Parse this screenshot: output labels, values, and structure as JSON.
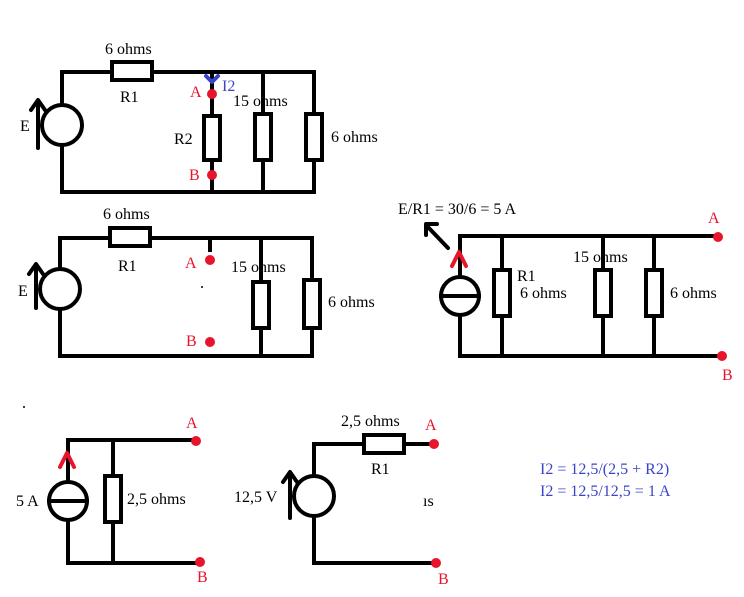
{
  "circuit1": {
    "r1_value": "6 ohms",
    "r1_name": "R1",
    "source_label": "E",
    "node_a": "A",
    "node_b": "B",
    "current_label": "I2",
    "r2_name": "R2",
    "r_mid_value": "15 ohms",
    "r_right_value": "6 ohms"
  },
  "circuit2": {
    "r1_value": "6 ohms",
    "r1_name": "R1",
    "source_label": "E",
    "node_a": "A",
    "node_b": "B",
    "r_mid_value": "15 ohms",
    "r_right_value": "6 ohms"
  },
  "circuit3": {
    "current_source_eq": "E/R1 = 30/6 = 5 A",
    "r1_name": "R1",
    "r1_value": "6 ohms",
    "r_mid_value": "15 ohms",
    "r_right_value": "6 ohms",
    "node_a": "A",
    "node_b": "B"
  },
  "circuit4": {
    "source_value": "5 A",
    "r_value": "2,5 ohms",
    "node_a": "A",
    "node_b": "B"
  },
  "circuit5": {
    "source_value": "12,5 V",
    "r1_value": "2,5 ohms",
    "r1_name": "R1",
    "node_a": "A",
    "node_b": "B",
    "fragment": "ıs"
  },
  "equations": {
    "line1": "I2 = 12,5/(2,5 + R2)",
    "line2": "I2 = 12,5/12,5 = 1 A"
  },
  "colors": {
    "wire": "#000000",
    "node": "#e8142a",
    "annotation": "#3a44c8"
  }
}
